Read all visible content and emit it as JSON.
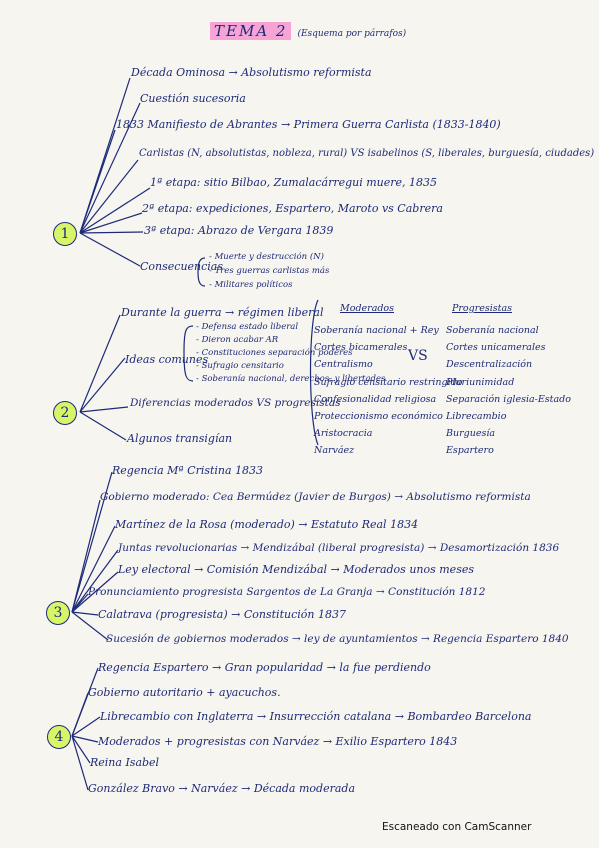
{
  "title": {
    "main": "TEMA 2",
    "sub": "(Esquema por párrafos)"
  },
  "s1": {
    "num": "1",
    "items": [
      "Década Ominosa → Absolutismo reformista",
      "Cuestión sucesoria",
      "1833 Manifiesto de Abrantes → Primera Guerra Carlista (1833-1840)",
      "Carlistas (N, absolutistas, nobleza, rural) VS isabelinos (S, liberales, burguesía, ciudades)",
      "1ª etapa: sitio Bilbao, Zumalacárregui muere, 1835",
      "2ª etapa: expediciones, Espartero, Maroto vs Cabrera",
      "3ª etapa: Abrazo de Vergara 1839",
      "Consecuencias"
    ],
    "consecuencias": [
      "- Muerte y destrucción (N)",
      "- Tres guerras carlistas más",
      "- Militares políticos"
    ]
  },
  "s2": {
    "num": "2",
    "items": [
      "Durante la guerra → régimen liberal",
      "Ideas comunes",
      "Diferencias moderados VS progresistas",
      "Algunos transigían"
    ],
    "ideas": [
      "- Defensa estado liberal",
      "- Dieron acabar AR",
      "- Constituciones separación poderes",
      "- Sufragio censitario",
      "- Soberanía nacional, derechos, y libertades"
    ],
    "moderados_head": "Moderados",
    "moderados": [
      "Soberanía nacional + Rey",
      "Cortes bicamerales",
      "Centralismo",
      "Sufragio censitario restringido",
      "Confesionalidad religiosa",
      "Proteccionismo económico",
      "Aristocracia",
      "Narváez"
    ],
    "vs": "VS",
    "progresistas_head": "Progresistas",
    "progresistas": [
      "Soberanía nacional",
      "Cortes unicamerales",
      "Descentralización",
      "Pluriunimidad",
      "Separación iglesia-Estado",
      "Librecambio",
      "Burguesía",
      "Espartero"
    ]
  },
  "s3": {
    "num": "3",
    "items": [
      "Regencia Mª Cristina 1833",
      "Gobierno moderado: Cea Bermúdez (Javier de Burgos) → Absolutismo reformista",
      "Martínez de la Rosa (moderado) → Estatuto Real 1834",
      "Juntas revolucionarias → Mendizábal (liberal progresista) → Desamortización 1836",
      "Ley electoral → Comisión Mendizábal → Moderados unos meses",
      "Pronunciamiento progresista Sargentos de La Granja → Constitución 1812",
      "Calatrava (progresista) → Constitución 1837",
      "Sucesión de gobiernos moderados → ley de ayuntamientos → Regencia Espartero 1840"
    ]
  },
  "s4": {
    "num": "4",
    "items": [
      "Regencia Espartero → Gran popularidad → la fue perdiendo",
      "Gobierno autoritario + ayacuchos.",
      "Librecambio con Inglaterra → Insurrección catalana → Bombardeo Barcelona",
      "Moderados + progresistas con Narváez → Exilio Espartero 1843",
      "Reina Isabel",
      "González Bravo → Narváez → Década moderada"
    ]
  },
  "footer": "Escaneado con CamScanner"
}
